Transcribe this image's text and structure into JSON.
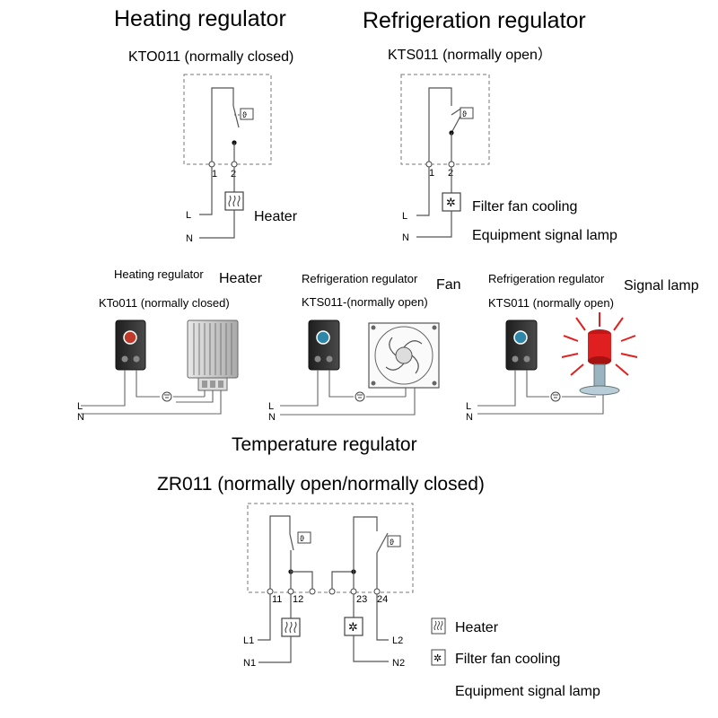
{
  "heating": {
    "title": "Heating regulator",
    "model": "KTO011 (normally closed)",
    "terminal_1": "1",
    "terminal_2": "2",
    "line_l": "L",
    "line_n": "N",
    "load_label": "Heater"
  },
  "refrigeration": {
    "title": "Refrigeration regulator",
    "model": "KTS011 (normally open）",
    "terminal_1": "1",
    "terminal_2": "2",
    "line_l": "L",
    "line_n": "N",
    "load_label_1": "Filter fan cooling",
    "load_label_2": "Equipment signal lamp"
  },
  "wiring": {
    "heater_panel": {
      "title": "Heating regulator",
      "load": "Heater",
      "model": "KTo011 (normally closed)",
      "line_l": "L",
      "line_n": "N"
    },
    "fan_panel": {
      "title": "Refrigeration regulator",
      "load": "Fan",
      "model": "KTS011-(normally open)",
      "line_l": "L",
      "line_n": "N"
    },
    "lamp_panel": {
      "title": "Refrigeration regulator",
      "load": "Signal lamp",
      "model": "KTS011 (normally open)",
      "line_l": "L",
      "line_n": "N"
    }
  },
  "temperature": {
    "title": "Temperature regulator",
    "model": "ZR011 (normally open/normally closed)",
    "terminal_11": "11",
    "terminal_12": "12",
    "terminal_23": "23",
    "terminal_24": "24",
    "l1": "L1",
    "n1": "N1",
    "l2": "L2",
    "n2": "N2"
  },
  "legend": {
    "heater": "Heater",
    "fan": "Filter fan cooling",
    "lamp": "Equipment signal lamp"
  },
  "colors": {
    "line": "#555555",
    "dashed_box": "#777777",
    "thermostat_body": "#2c2c2c",
    "heater_dial": "#c0392b",
    "fan_dial": "#2e86a8",
    "lamp_red": "#e02020",
    "heater_metal": "#cfcfcf"
  },
  "icons": [
    "thermostat-symbol-icon",
    "heater-symbol-icon",
    "fan-symbol-icon",
    "ground-icon",
    "signal-lamp-icon"
  ]
}
